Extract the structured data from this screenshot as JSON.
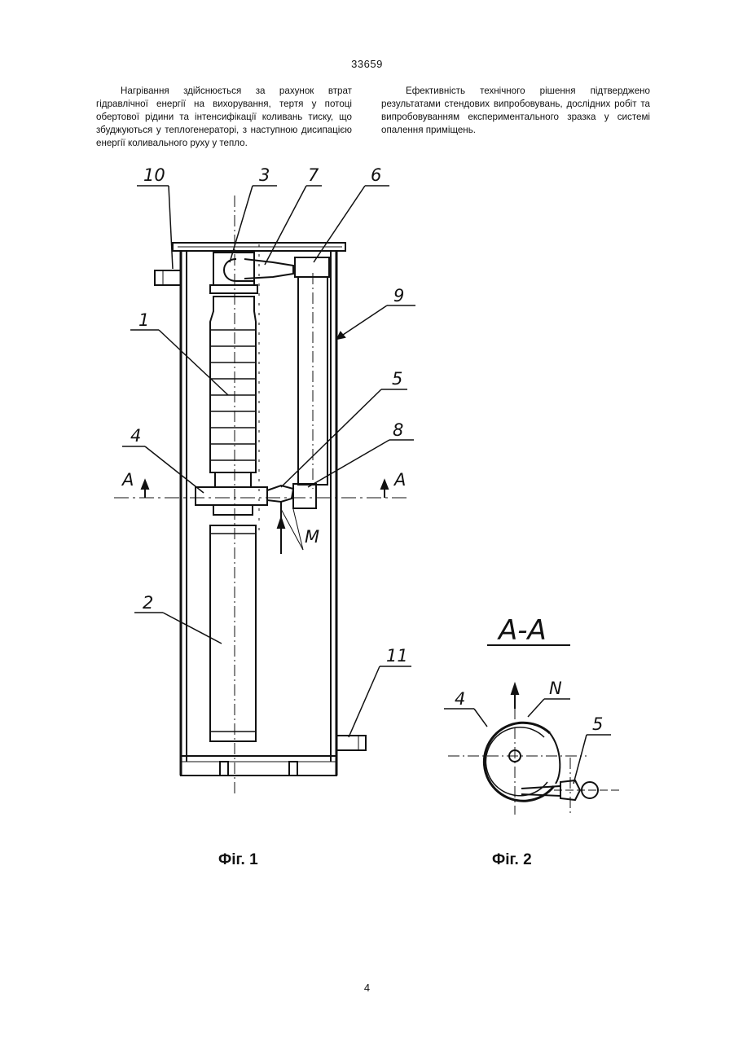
{
  "page": {
    "patent_number": "33659",
    "page_number": "4"
  },
  "text": {
    "left_paragraph": "Нагрівання здійснюється за рахунок втрат гідравлічної енергії на вихорування, тертя у потоці обертової рідини та інтенсифікації коливань тиску, що збуджуються у теплогенераторі, з наступною дисипацією енергії коливального руху у тепло.",
    "right_paragraph": "Ефективність технічного рішення підтверджено результатами стендових випробовувань, дослідних робіт та випробовуванням експериментального зразка у системі опалення приміщень."
  },
  "figure1": {
    "caption": "Фіг. 1",
    "labels": {
      "l1": "1",
      "l2": "2",
      "l3": "3",
      "l4": "4",
      "l5": "5",
      "l6": "6",
      "l7": "7",
      "l8": "8",
      "l9": "9",
      "l10": "10",
      "l11": "11",
      "section_left": "A",
      "section_right": "A",
      "m": "M"
    }
  },
  "figure2": {
    "caption": "Фіг. 2",
    "title": "A-A",
    "labels": {
      "l4": "4",
      "l5": "5",
      "n": "N"
    }
  }
}
